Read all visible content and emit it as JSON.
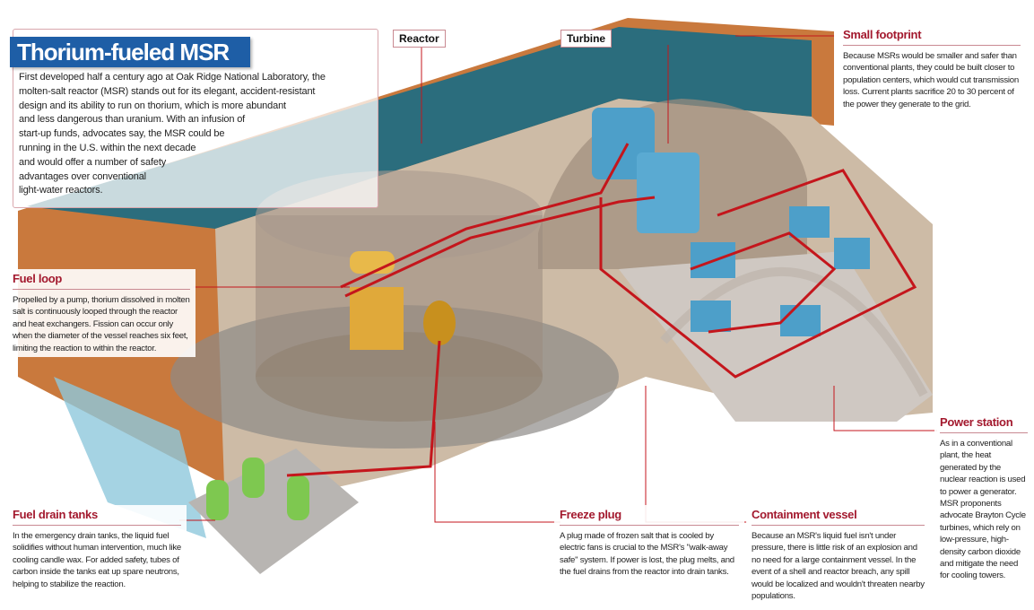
{
  "title": "Thorium-fueled MSR",
  "intro": "First developed half a century ago at Oak Ridge National Laboratory, the\nmolten-salt reactor (MSR) stands out for its elegant, accident-resistant\ndesign and its ability to run on thorium, which is more abundant\nand less dangerous than uranium. With an infusion of\nstart-up funds, advocates say, the MSR could be\nrunning in the U.S. within the next decade\nand would offer a number of safety\nadvantages over conventional\nlight-water reactors.",
  "tags": {
    "reactor": "Reactor",
    "turbine": "Turbine"
  },
  "callouts": {
    "small_footprint": {
      "title": "Small footprint",
      "text": "Because MSRs would be smaller and safer than conventional plants, they could be built closer to population centers, which would cut transmission loss. Current plants sacrifice 20 to 30 percent of the power they generate to the grid."
    },
    "fuel_loop": {
      "title": "Fuel loop",
      "text": "Propelled by a pump, thorium dissolved in molten salt is continuously looped through the reactor and heat exchangers. Fission can occur only when the diameter of the vessel reaches six feet, limiting the reaction to within the reactor."
    },
    "fuel_drain_tanks": {
      "title": "Fuel drain tanks",
      "text": "In the emergency drain tanks, the liquid fuel solidifies without human intervention, much like cooling candle wax. For added safety, tubes of carbon inside the tanks eat up spare neutrons, helping to stabilize the reaction."
    },
    "freeze_plug": {
      "title": "Freeze plug",
      "text": "A plug made of frozen salt that is cooled by electric fans is crucial to the MSR's \"walk-away safe\" system. If power is lost, the plug melts, and the fuel drains from the reactor into drain tanks."
    },
    "containment_vessel": {
      "title": "Containment vessel",
      "text": "Because an MSR's liquid fuel isn't under pressure, there is little risk of an explosion and no need for a large containment vessel. In the event of a shell and reactor breach, any spill would be localized and wouldn't threaten nearby populations."
    },
    "power_station": {
      "title": "Power station",
      "text": "As in a conventional plant, the heat generated by the nuclear reaction is used to power a generator. MSR proponents advocate Brayton Cycle turbines, which rely on low-pressure, high-density carbon dioxide and mitigate the need for cooling towers."
    }
  },
  "colors": {
    "accent": "#a3192e",
    "banner": "#1e5ea6",
    "wall": "#c8763a",
    "roof": "#2b6d7d",
    "pipe": "#c4161c",
    "turbine": "#4d9fc9",
    "tank": "#7ec850"
  }
}
